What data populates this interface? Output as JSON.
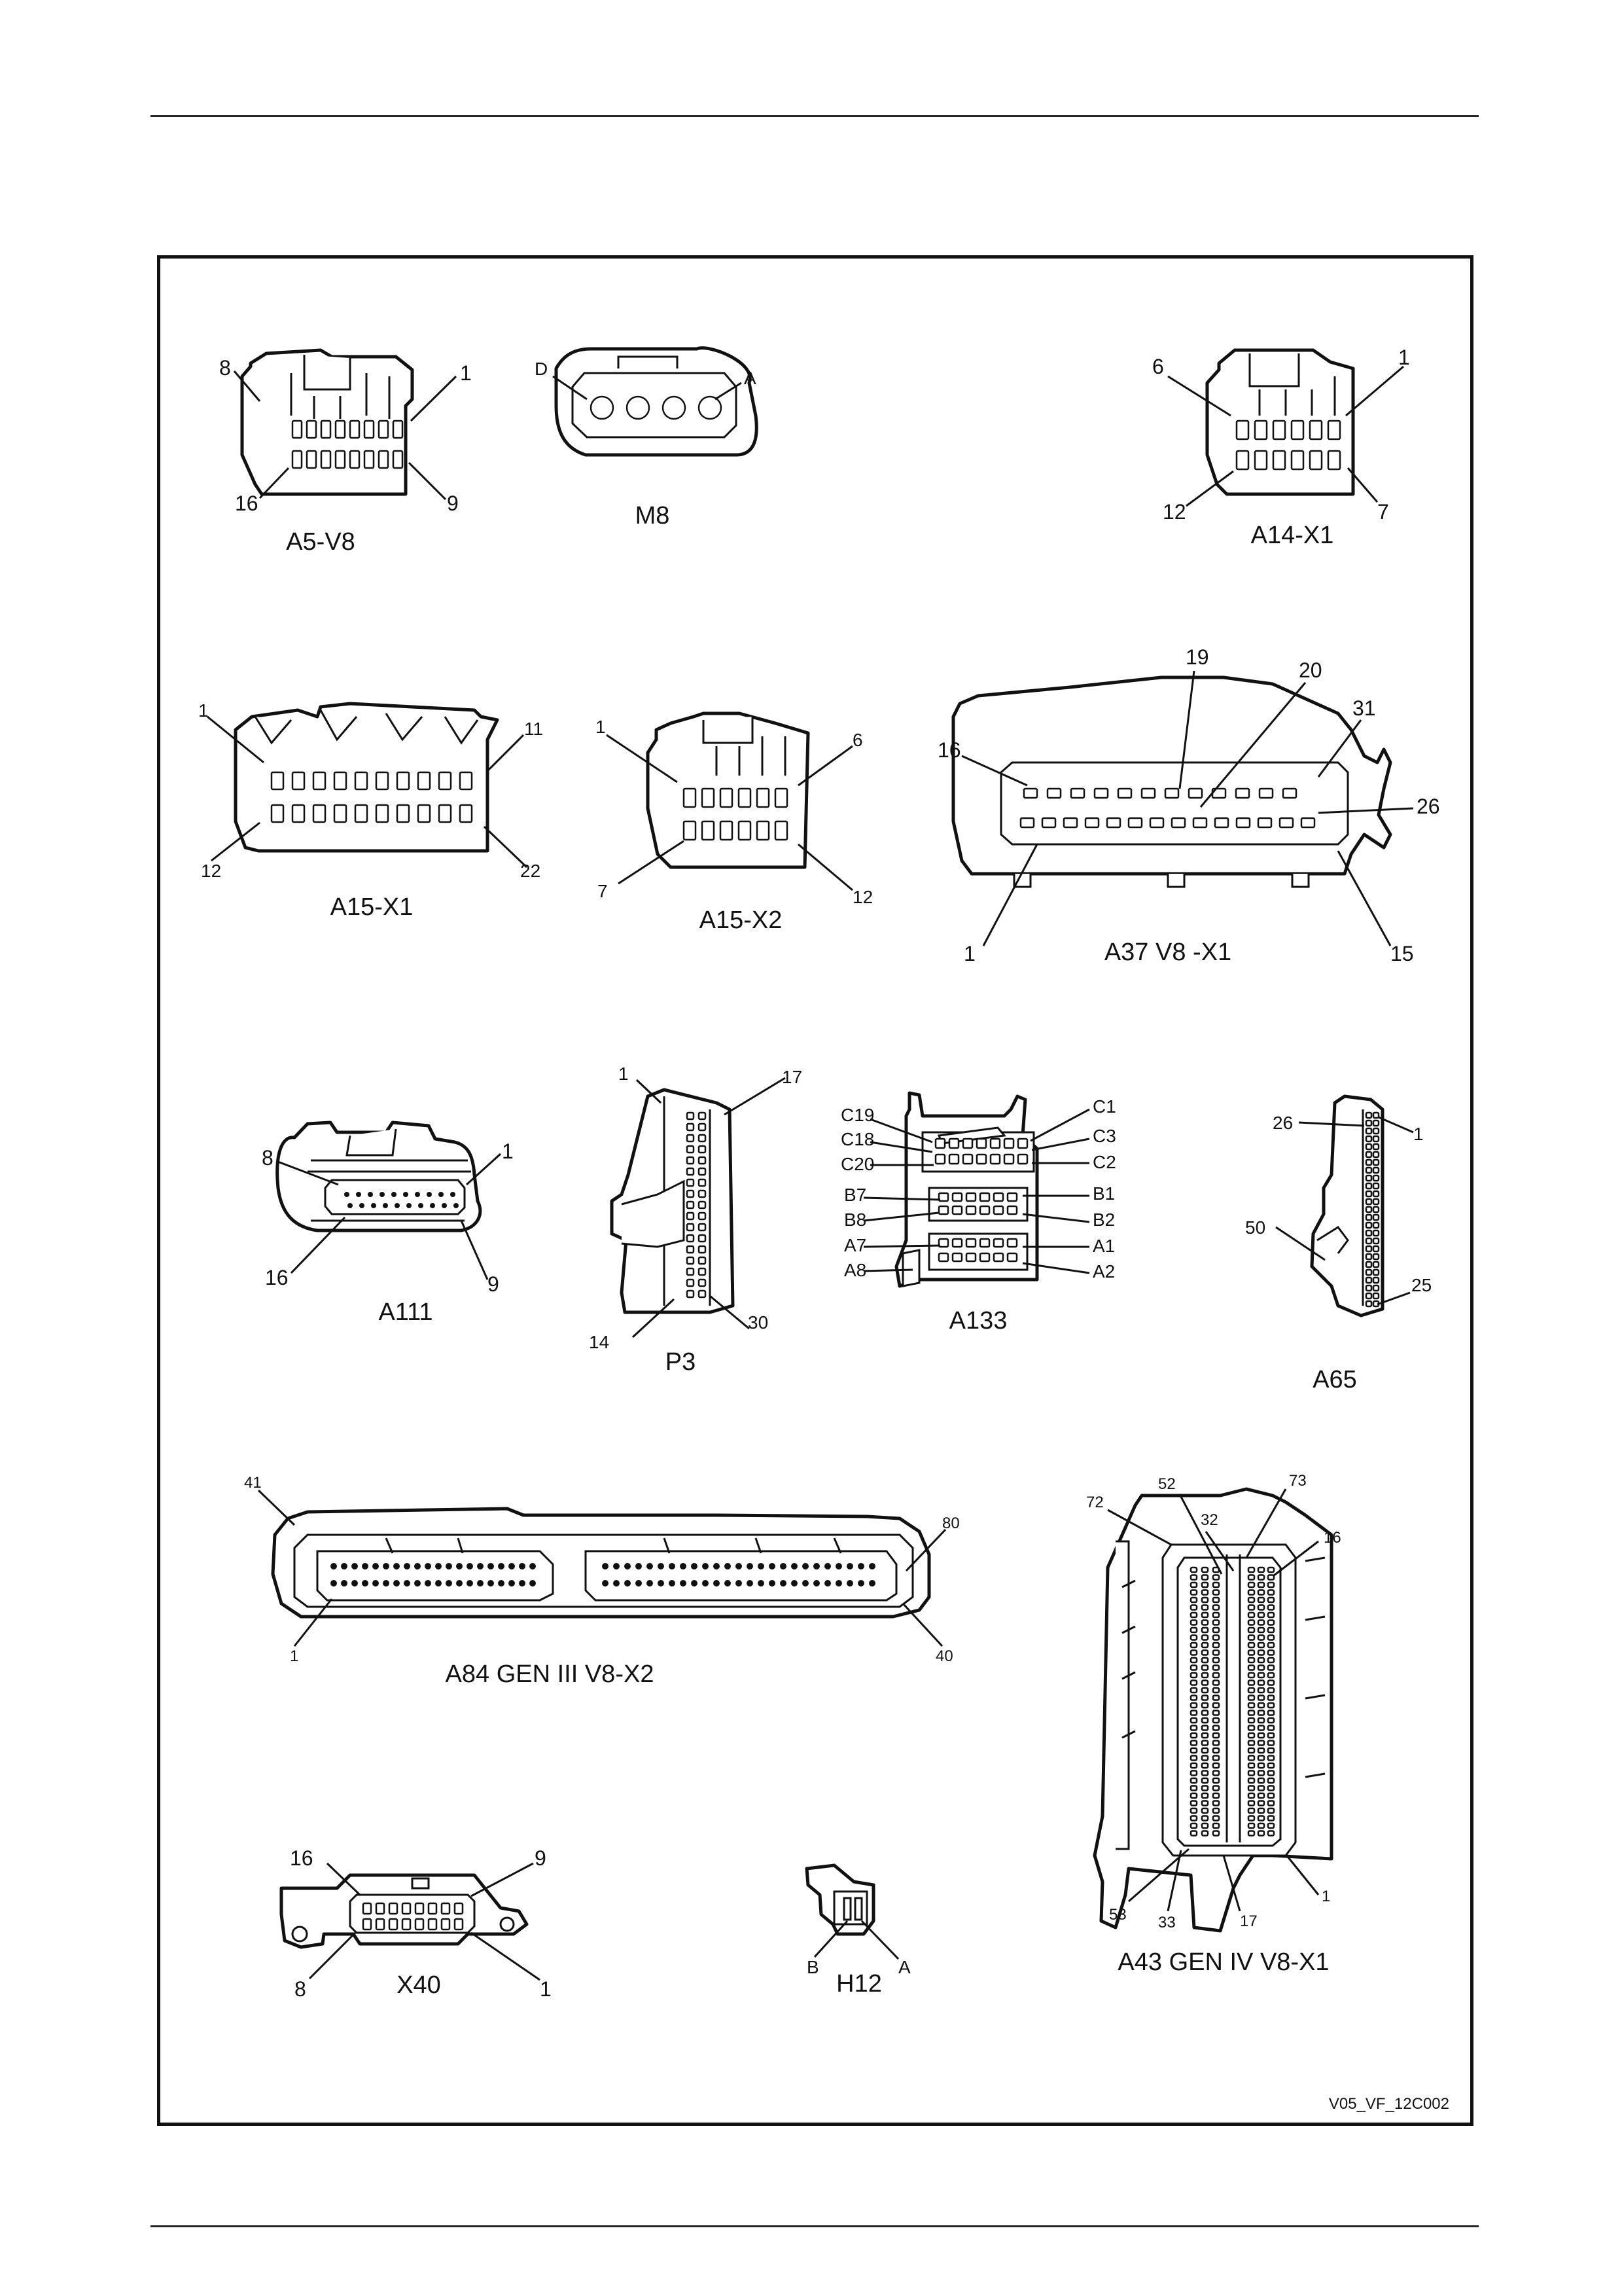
{
  "figure_ref": "V05_VF_12C002",
  "connectors": [
    {
      "id": "A5-V8",
      "name": "A5-V8",
      "pins": [
        "8",
        "1",
        "16",
        "9"
      ]
    },
    {
      "id": "M8",
      "name": "M8",
      "pins": [
        "D",
        "A"
      ]
    },
    {
      "id": "A14-X1",
      "name": "A14-X1",
      "pins": [
        "6",
        "1",
        "12",
        "7"
      ]
    },
    {
      "id": "A15-X1",
      "name": "A15-X1",
      "pins": [
        "1",
        "11",
        "12",
        "22"
      ]
    },
    {
      "id": "A15-X2",
      "name": "A15-X2",
      "pins": [
        "1",
        "6",
        "7",
        "12"
      ]
    },
    {
      "id": "A37",
      "name": "A37 V8 -X1",
      "pins": [
        "19",
        "20",
        "31",
        "16",
        "26",
        "1",
        "15"
      ]
    },
    {
      "id": "A111",
      "name": "A111",
      "pins": [
        "8",
        "1",
        "16",
        "9"
      ]
    },
    {
      "id": "P3",
      "name": "P3",
      "pins": [
        "1",
        "17",
        "14",
        "30"
      ]
    },
    {
      "id": "A133",
      "name": "A133",
      "pins": [
        "C19",
        "C18",
        "C20",
        "B7",
        "B8",
        "A7",
        "A8",
        "C1",
        "C3",
        "C2",
        "B1",
        "B2",
        "A1",
        "A2"
      ]
    },
    {
      "id": "A65",
      "name": "A65",
      "pins": [
        "26",
        "1",
        "50",
        "25"
      ]
    },
    {
      "id": "A84",
      "name": "A84 GEN III V8-X2",
      "pins": [
        "41",
        "80",
        "1",
        "40"
      ]
    },
    {
      "id": "A43",
      "name": "A43 GEN IV V8-X1",
      "pins": [
        "52",
        "73",
        "72",
        "32",
        "16",
        "53",
        "33",
        "17",
        "1"
      ]
    },
    {
      "id": "X40",
      "name": "X40",
      "pins": [
        "16",
        "9",
        "8",
        "1"
      ]
    },
    {
      "id": "H12",
      "name": "H12",
      "pins": [
        "B",
        "A"
      ]
    }
  ]
}
